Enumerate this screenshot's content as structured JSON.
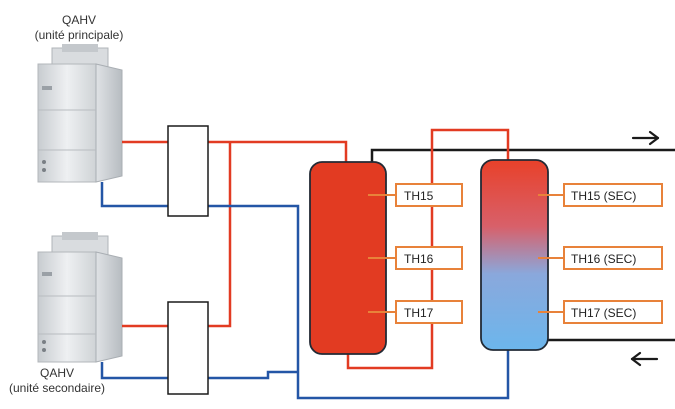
{
  "units": [
    {
      "name": "QAHV",
      "role": "(unité principale)"
    },
    {
      "name": "QAHV",
      "role": "(unité secondaire)"
    }
  ],
  "tank1_sensors": [
    "TH15",
    "TH16",
    "TH17"
  ],
  "tank2_sensors": [
    "TH15 (SEC)",
    "TH16 (SEC)",
    "TH17 (SEC)"
  ],
  "flow_arrows": {
    "top": "→",
    "bottom": "←"
  },
  "colors": {
    "hot_pipe": "#e23b22",
    "cold_pipe": "#2456a6",
    "main_pipe": "#1a1a1a",
    "sensor": "#e8823a",
    "tank_hot": "#e23b22",
    "tank_gradient_top": "#e8412a",
    "tank_gradient_bottom": "#6cb6ec"
  }
}
